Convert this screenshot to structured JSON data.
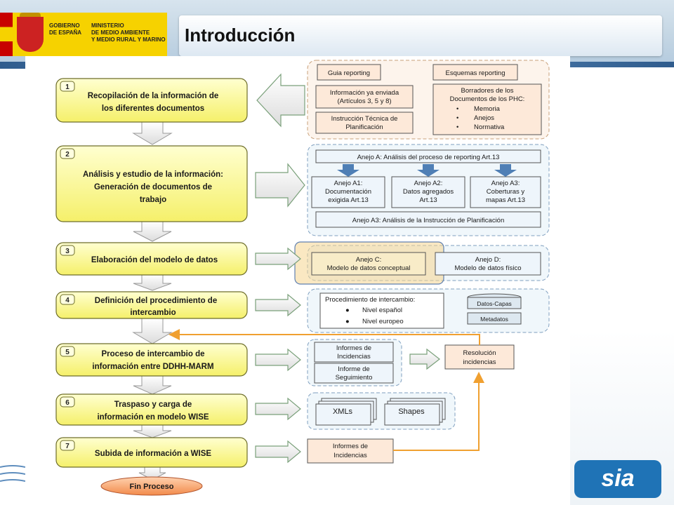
{
  "header": {
    "title": "Introducción",
    "gov_logo": {
      "line1": "GOBIERNO",
      "line2": "DE ESPAÑA",
      "line3": "MINISTERIO",
      "line4": "DE MEDIO AMBIENTE",
      "line5": "Y MEDIO RURAL Y MARINO"
    }
  },
  "steps": [
    {
      "num": "1",
      "lines": [
        "Recopilación de la información de",
        "los diferentes documentos"
      ]
    },
    {
      "num": "2",
      "lines": [
        "Análisis y estudio de la información:",
        "Generación de documentos de",
        "trabajo"
      ]
    },
    {
      "num": "3",
      "lines": [
        "Elaboración del modelo de datos"
      ]
    },
    {
      "num": "4",
      "lines": [
        "Definición del procedimiento de",
        "intercambio"
      ]
    },
    {
      "num": "5",
      "lines": [
        "Proceso de intercambio de",
        "información entre DDHH-MARM"
      ]
    },
    {
      "num": "6",
      "lines": [
        "Traspaso y carga de",
        "información en modelo WISE"
      ]
    },
    {
      "num": "7",
      "lines": [
        "Subida de información a WISE"
      ]
    }
  ],
  "end_label": "Fin Proceso",
  "group1": {
    "guia": "Guia reporting",
    "esquemas": "Esquemas reporting",
    "info_enviada": [
      "Información ya enviada",
      "(Artículos 3, 5 y 8)"
    ],
    "instruccion": [
      "Instrucción Técnica de",
      "Planificación"
    ],
    "borradores": [
      "Borradores de los",
      "Documentos de los PHC:"
    ],
    "borradores_items": [
      "Memoria",
      "Anejos",
      "Normativa"
    ]
  },
  "group2": {
    "anejo_a": "Anejo A: Análisis del proceso de reporting Art.13",
    "a1": [
      "Anejo A1:",
      "Documentación",
      "exigida Art.13"
    ],
    "a2": [
      "Anejo A2:",
      "Datos agregados",
      "Art.13"
    ],
    "a3": [
      "Anejo A3:",
      "Coberturas y",
      "mapas Art.13"
    ],
    "anejo_a3b": "Anejo A3: Análisis de la Instrucción de Planificación"
  },
  "group3": {
    "anejo_c": [
      "Anejo C:",
      "Modelo de datos conceptual"
    ],
    "anejo_d": [
      "Anejo D:",
      "Modelo de datos físico"
    ]
  },
  "group4": {
    "procedimiento": "Procedimiento de intercambio:",
    "items": [
      "Nivel español",
      "Nivel europeo"
    ],
    "datos_capas": "Datos-Capas",
    "metadatos": "Metadatos"
  },
  "group5": {
    "informes_incidencias": [
      "Informes de",
      "Incidencias"
    ],
    "informe_seguimiento": [
      "Informe de",
      "Seguimiento"
    ],
    "resolucion": [
      "Resolución",
      "incidencias"
    ]
  },
  "group6": {
    "xmls": "XMLs",
    "shapes": "Shapes"
  },
  "group7": {
    "informes": [
      "Informes de",
      "Incidencias"
    ]
  },
  "brand": {
    "sia": "sia"
  },
  "colors": {
    "step_fill": "#ffff99",
    "group1_border": "#c8a07a",
    "group1_fill": "#fdf4ec",
    "group_blue_border": "#7f9fbf",
    "group_blue_fill": "#f0f7fb",
    "highlight": "#f2c66d",
    "feedback_arrow": "#f0a030"
  }
}
